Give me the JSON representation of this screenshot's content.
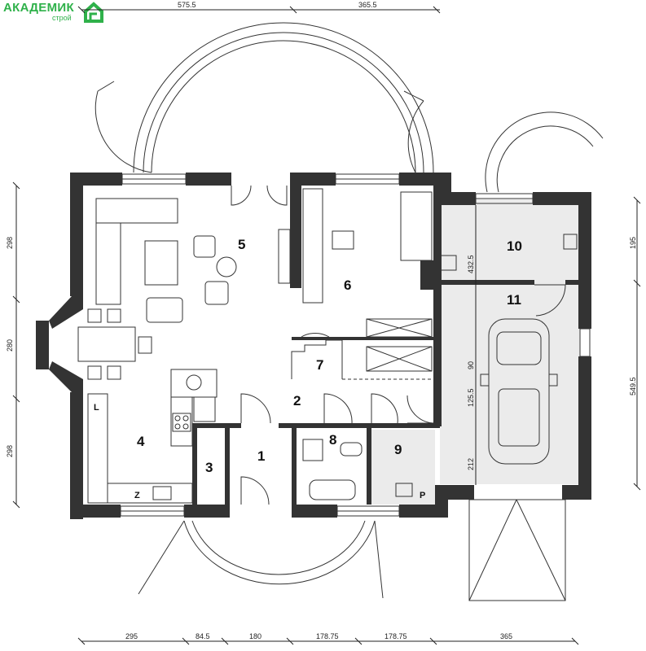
{
  "brand": {
    "name": "АКАДЕМИК",
    "sub": "строй"
  },
  "rooms": [
    "1",
    "2",
    "3",
    "4",
    "5",
    "6",
    "7",
    "8",
    "9",
    "10",
    "11"
  ],
  "fixture_labels": {
    "fridge": "L",
    "sink": "Z",
    "boiler": "P"
  },
  "dims_top": [
    "575.5",
    "365.5"
  ],
  "dims_bottom": [
    "295",
    "84.5",
    "180",
    "178.75",
    "178.75",
    "365"
  ],
  "dims_left": [
    "298",
    "280",
    "298"
  ],
  "dims_right": [
    "195",
    "549.5"
  ],
  "dims_garage": [
    "432.5",
    "90",
    "125.5",
    "212"
  ],
  "colors": {
    "wall": "#333333",
    "logo": "#2fb14a",
    "garage_floor": "#ebebeb"
  }
}
